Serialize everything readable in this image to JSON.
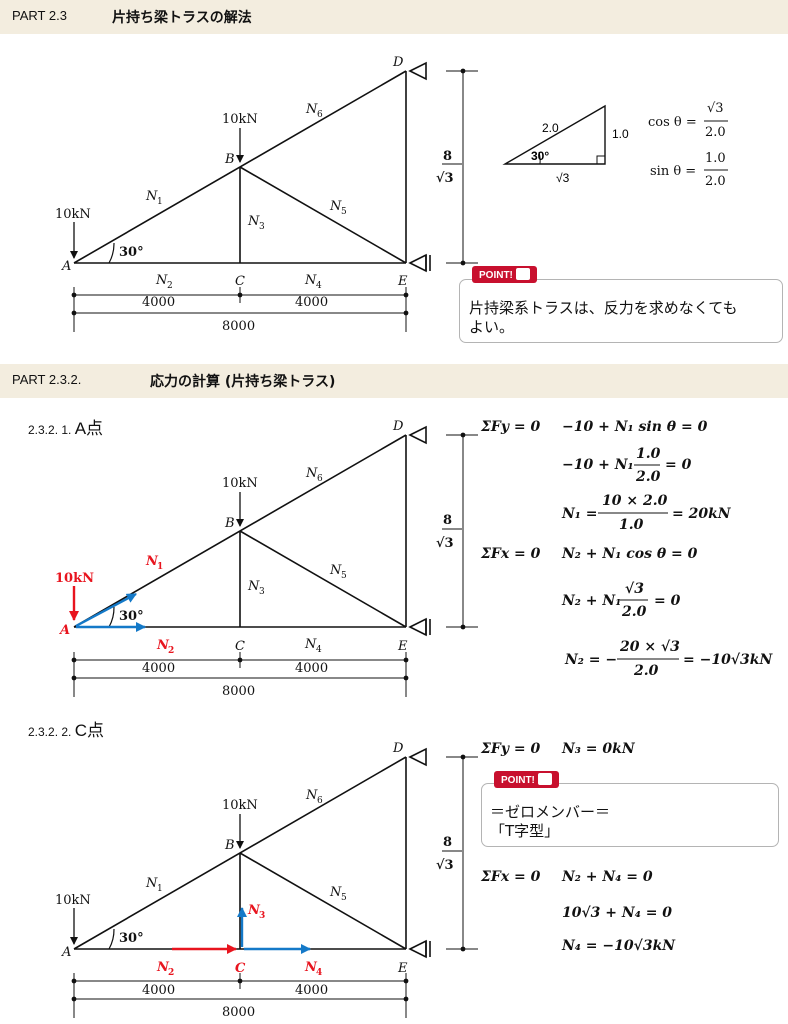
{
  "header1": {
    "code": "PART 2.3",
    "title": "片持ち梁トラスの解法"
  },
  "header2": {
    "code": "PART 2.3.2.",
    "title": "応力の計算 (片持ち梁トラス)"
  },
  "sub1": {
    "num": "2.3.2. 1.",
    "label": "A点"
  },
  "sub2": {
    "num": "2.3.2. 2.",
    "label": "C点"
  },
  "truss": {
    "nodes": {
      "A": "A",
      "B": "B",
      "C": "C",
      "D": "D",
      "E": "E"
    },
    "load": "10kN",
    "angle": "30°",
    "members": {
      "N1": "N",
      "N2": "N",
      "N3": "N",
      "N4": "N",
      "N5": "N",
      "N6": "N"
    },
    "subs": {
      "s1": "1",
      "s2": "2",
      "s3": "3",
      "s4": "4",
      "s5": "5",
      "s6": "6"
    },
    "dims": {
      "left": "4000",
      "right": "4000",
      "total": "8000"
    },
    "height_num": "8",
    "height_den": "√3"
  },
  "triangle": {
    "hyp": "2.0",
    "vert": "1.0",
    "base": "√3",
    "angle": "30°"
  },
  "trig": {
    "cos_lhs": "cos θ =",
    "cos_num": "√3",
    "cos_den": "2.0",
    "sin_lhs": "sin θ =",
    "sin_num": "1.0",
    "sin_den": "2.0"
  },
  "point1": {
    "tag": "POINT!",
    "text1": "片持梁系トラスは、反力を求めなくても",
    "text2": "よい。"
  },
  "point2": {
    "tag": "POINT!",
    "text1": "＝ゼロメンバー＝",
    "text2": "「T字型」"
  },
  "eqA": {
    "fy_label": "ΣFy = 0",
    "fy1": "−10 + N₁ sin θ = 0",
    "fy2_pre": "−10 + N₁",
    "fy2_num": "1.0",
    "fy2_den": "2.0",
    "fy2_post": "= 0",
    "fy3_pre": "N₁ =",
    "fy3_num": "10 × 2.0",
    "fy3_den": "1.0",
    "fy3_post": "= 20kN",
    "fx_label": "ΣFx = 0",
    "fx1": "N₂ + N₁ cos θ = 0",
    "fx2_pre": "N₂ + N₁",
    "fx2_num": "√3",
    "fx2_den": "2.0",
    "fx2_post": "= 0",
    "fx3_pre": "N₂ = −",
    "fx3_num": "20 × √3",
    "fx3_den": "2.0",
    "fx3_post": "= −10√3kN"
  },
  "eqC": {
    "fy_label": "ΣFy = 0",
    "fy1": "N₃ = 0kN",
    "fx_label": "ΣFx = 0",
    "fx1": "N₂ + N₄ = 0",
    "fx2": "10√3 + N₄ = 0",
    "fx3": "N₄ = −10√3kN"
  },
  "colors": {
    "red": "#e8141e",
    "blue": "#1479c8",
    "accent": "#c8102e"
  }
}
